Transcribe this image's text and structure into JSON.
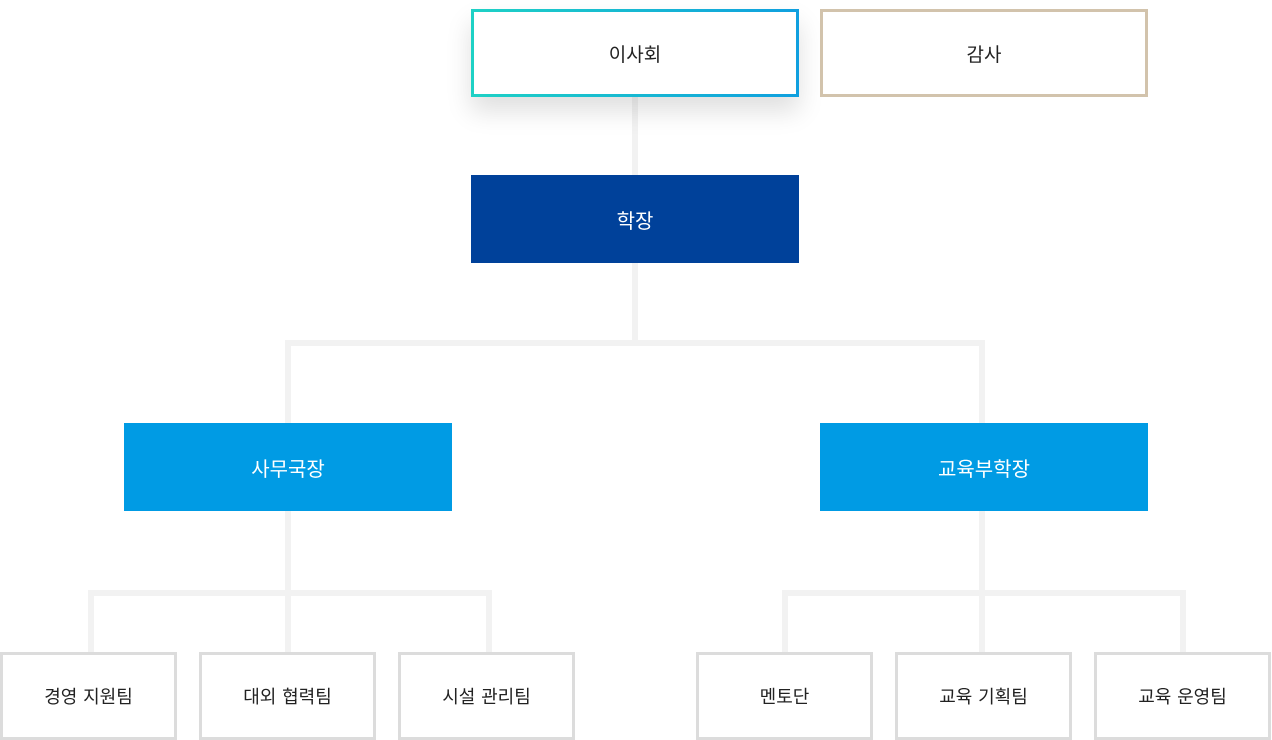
{
  "org": {
    "board": "이사회",
    "auditor": "감사",
    "president": "학장",
    "admin_director": "사무국장",
    "academic_vp": "교육부학장",
    "admin_teams": [
      "경영 지원팀",
      "대외 협력팀",
      "시설 관리팀"
    ],
    "academic_teams": [
      "멘토단",
      "교육 기획팀",
      "교육 운영팀"
    ]
  },
  "colors": {
    "board_border_start": "#1ed1c5",
    "board_border_end": "#0f9fdf",
    "auditor_border": "#d2c3ac",
    "president_fill": "#00419a",
    "vp_fill": "#009be4",
    "team_border": "#dcdcdc",
    "connector": "#f2f2f2"
  }
}
